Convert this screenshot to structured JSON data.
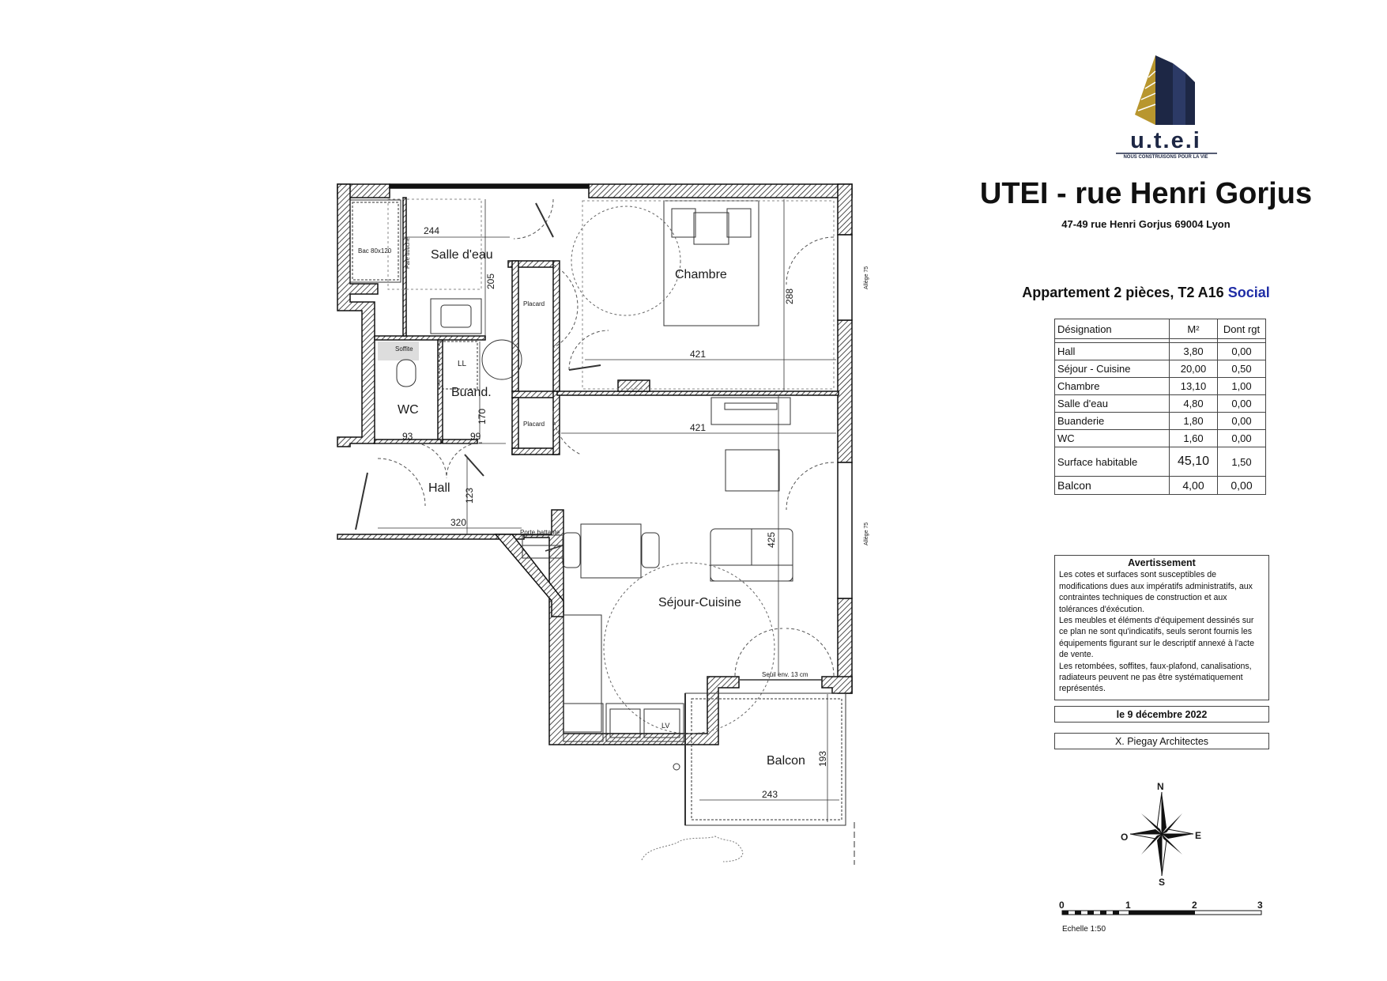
{
  "header": {
    "logo_text": "u.t.e.i",
    "logo_tagline": "NOUS CONSTRUISONS POUR LA VIE",
    "title": "UTEI - rue Henri Gorjus",
    "address": "47-49 rue Henri Gorjus 69004 Lyon",
    "subtitle": "Appartement 2 pièces, T2 A16",
    "subtitle_tag": "Social"
  },
  "table": {
    "headers": [
      "Désignation",
      "M²",
      "Dont rgt"
    ],
    "rows": [
      {
        "name": "Hall",
        "m2": "3,80",
        "rgt": "0,00"
      },
      {
        "name": "Séjour - Cuisine",
        "m2": "20,00",
        "rgt": "0,50"
      },
      {
        "name": "Chambre",
        "m2": "13,10",
        "rgt": "1,00"
      },
      {
        "name": "Salle d'eau",
        "m2": "4,80",
        "rgt": "0,00"
      },
      {
        "name": "Buanderie",
        "m2": "1,80",
        "rgt": "0,00"
      },
      {
        "name": "WC",
        "m2": "1,60",
        "rgt": "0,00"
      }
    ],
    "total": {
      "name": "Surface habitable",
      "m2": "45,10",
      "rgt": "1,50"
    },
    "balcony": {
      "name": "Balcon",
      "m2": "4,00",
      "rgt": "0,00"
    }
  },
  "warning": {
    "title": "Avertissement",
    "p1": "Les cotes et surfaces sont susceptibles de modifications dues aux impératifs administratifs, aux contraintes techniques de construction et aux tolérances d'éxécution.",
    "p2": "Les meubles et éléments d'équipement dessinés sur ce plan ne sont qu'indicatifs, seuls seront fournis les équipements figurant sur le descriptif annexé à l'acte de vente.",
    "p3": "Les retombées, soffites, faux-plafond, canalisations, radiateurs peuvent ne pas être systématiquement représentés."
  },
  "date": "le 9 décembre 2022",
  "architect": "X. Piegay Architectes",
  "compass": {
    "n": "N",
    "s": "S",
    "e": "E",
    "o": "O"
  },
  "scale": {
    "ticks": [
      "0",
      "1",
      "2",
      "3"
    ],
    "caption": "Echelle 1:50"
  },
  "plan": {
    "rooms": {
      "salle_eau": "Salle d'eau",
      "chambre": "Chambre",
      "wc": "WC",
      "buand": "Buand.",
      "hall": "Hall",
      "sejour": "Séjour-Cuisine",
      "balcon": "Balcon"
    },
    "labels": {
      "bac": "Bac 80x120",
      "pare_douche": "Pare douche",
      "placard_1": "Placard",
      "placard_2": "Placard",
      "soffite": "Soffite",
      "ll": "LL",
      "lv": "LV",
      "porte_battante": "Porte battante",
      "seuil": "Seuil env. 13 cm",
      "allege_1": "Allège 75",
      "allege_2": "Allège 75"
    },
    "dims": {
      "d244": "244",
      "d205": "205",
      "d288": "288",
      "d421a": "421",
      "d421b": "421",
      "d170": "170",
      "d93": "93",
      "d99": "99",
      "d123": "123",
      "d320": "320",
      "d425": "425",
      "d193": "193",
      "d243": "243"
    }
  },
  "colors": {
    "wall": "#111111",
    "logo_gold": "#b8962e",
    "logo_navy": "#1d2745",
    "social_blue": "#1f2da6"
  }
}
